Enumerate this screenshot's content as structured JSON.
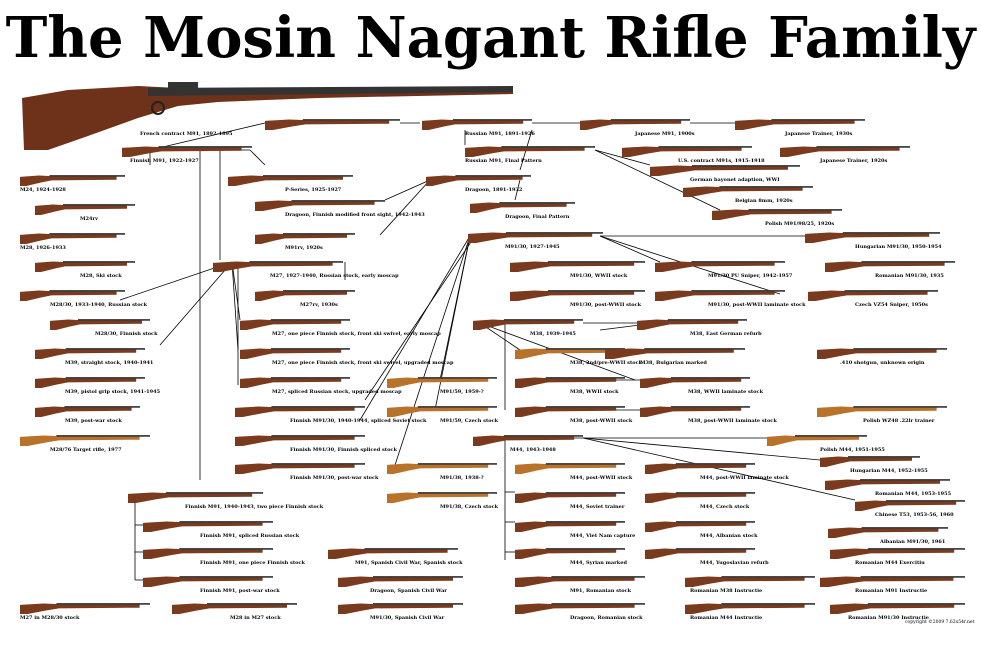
{
  "title": "The Mosin Nagant Rifle Family",
  "copyright": "copyright ©2009 7.62x54r.net",
  "colors": {
    "wood": "#7a3a1e",
    "wood_light": "#b8722a",
    "metal": "#3a3a3a",
    "line": "#000000"
  },
  "nodes": [
    {
      "id": "french",
      "label": "French contract M91, 1892-1895"
    },
    {
      "id": "russian",
      "label": "Russian M91, 1891-1926"
    },
    {
      "id": "japanese",
      "label": "Japanese M91, 1900s"
    },
    {
      "id": "japtrainer1930",
      "label": "Japanese Trainer, 1930s"
    },
    {
      "id": "finnish91",
      "label": "Finnish M91, 1922-1927"
    },
    {
      "id": "rusfinal",
      "label": "Russian M91, Final Pattern"
    },
    {
      "id": "uscontract",
      "label": "U.S. contract M91s, 1915-1918"
    },
    {
      "id": "japtrainer1920",
      "label": "Japanese Trainer, 1920s"
    },
    {
      "id": "german",
      "label": "German bayonet adaption, WWI"
    },
    {
      "id": "belgian",
      "label": "Belgian 8mm, 1920s"
    },
    {
      "id": "polish",
      "label": "Polish M91/98/25, 1920s"
    },
    {
      "id": "m24",
      "label": "M24, 1924-1928"
    },
    {
      "id": "pseries",
      "label": "P-Series, 1925-1927"
    },
    {
      "id": "dragoon",
      "label": "Dragoon, 1891-1932"
    },
    {
      "id": "m24r",
      "label": "M24rv"
    },
    {
      "id": "dragfin",
      "label": "Dragoon, Finnish modified front sight, 1942-1943"
    },
    {
      "id": "dragfinal",
      "label": "Dragoon, Final Pattern"
    },
    {
      "id": "m28",
      "label": "M28, 1926-1933"
    },
    {
      "id": "m91rv",
      "label": "M91rv, 1920s"
    },
    {
      "id": "m9130",
      "label": "M91/30, 1927-1945"
    },
    {
      "id": "hungarian9130",
      "label": "Hungarian M91/30, 1950-1954"
    },
    {
      "id": "m28ski",
      "label": "M28, Ski stock"
    },
    {
      "id": "m27",
      "label": "M27, 1927-1940, Russian stock, early moscap"
    },
    {
      "id": "m9130wwii",
      "label": "M91/30, WWII stock"
    },
    {
      "id": "pu",
      "label": "M91/30 PU Sniper, 1942-1957"
    },
    {
      "id": "romanian9130",
      "label": "Romanian M91/30, 1935"
    },
    {
      "id": "m2830",
      "label": "M28/30, 1933-1940, Russian stock"
    },
    {
      "id": "m27rv",
      "label": "M27rv, 1930s"
    },
    {
      "id": "m9130post",
      "label": "M91/30, post-WWII stock"
    },
    {
      "id": "m9130postlam",
      "label": "M91/30, post-WWII laminate stock"
    },
    {
      "id": "czech",
      "label": "Czech VZ54 Sniper, 1950s"
    },
    {
      "id": "m2830fin",
      "label": "M28/30, Finnish stock"
    },
    {
      "id": "m27one",
      "label": "M27, one piece Finnish stock, front ski swivel, early moscap"
    },
    {
      "id": "m38",
      "label": "M38, 1939-1945"
    },
    {
      "id": "m38east",
      "label": "M38, East German refurb"
    },
    {
      "id": "m39",
      "label": "M39, straight stock, 1940-1941"
    },
    {
      "id": "m27one2",
      "label": "M27, one piece Finnish stock, front ski swivel, upgraded moscap"
    },
    {
      "id": "m38second",
      "label": "M38, 2nd/pre-WWII stock"
    },
    {
      "id": "m38bulg",
      "label": "M38, Bulgarian marked"
    },
    {
      "id": "shotgun",
      "label": ".410 shotgun, unknown origin"
    },
    {
      "id": "m39pistol",
      "label": "M39, pistol grip stock, 1941-1945"
    },
    {
      "id": "m9159",
      "label": "M91/59, 1959-?"
    },
    {
      "id": "m27spliced",
      "label": "M27, spliced Russian stock, upgraded moscap"
    },
    {
      "id": "m38wwii",
      "label": "M38, WWII stock"
    },
    {
      "id": "m38wwiilam",
      "label": "M38, WWII laminate stock"
    },
    {
      "id": "m39post",
      "label": "M39, post-war stock"
    },
    {
      "id": "m9159czech",
      "label": "M91/59, Czech stock"
    },
    {
      "id": "fin9130",
      "label": "Finnish M91/30, 1940-1944, spliced Soviet stock"
    },
    {
      "id": "m38post",
      "label": "M38, post-WWII stock"
    },
    {
      "id": "m38postlam",
      "label": "M38, post-WWII laminate stock"
    },
    {
      "id": "polish22",
      "label": "Polish WZ48 .22lr trainer"
    },
    {
      "id": "m28target",
      "label": "M28/76 Target rifle, 1977"
    },
    {
      "id": "m44",
      "label": "M44, 1943-1948"
    },
    {
      "id": "fin9130fin",
      "label": "Finnish M91/30, Finnish spliced stock"
    },
    {
      "id": "polishm44",
      "label": "Polish M44, 1951-1955"
    },
    {
      "id": "m9138",
      "label": "M91/38, 1938-?"
    },
    {
      "id": "fin9130post",
      "label": "Finnish M91/30, post-war stock"
    },
    {
      "id": "m44post",
      "label": "M44, post-WWII stock"
    },
    {
      "id": "m44postlam",
      "label": "M44, post-WWII laminate stock"
    },
    {
      "id": "hungarianm44",
      "label": "Hungarian M44, 1952-1955"
    },
    {
      "id": "romanianm44",
      "label": "Romanian M44, 1953-1955"
    },
    {
      "id": "finm91",
      "label": "Finnish M91, 1940-1943, two piece Finnish stock"
    },
    {
      "id": "m9138czech",
      "label": "M91/38, Czech stock"
    },
    {
      "id": "m44soviet",
      "label": "M44, Soviet trainer"
    },
    {
      "id": "m44czech",
      "label": "M44, Czech stock"
    },
    {
      "id": "chinese",
      "label": "Chinese T53, 1953-56, 1960"
    },
    {
      "id": "finm91spliced",
      "label": "Finnish M91, spliced Russian stock"
    },
    {
      "id": "m44vietnam",
      "label": "M44, Viet Nam capture"
    },
    {
      "id": "m44albania",
      "label": "M44, Albanian stock"
    },
    {
      "id": "albanian",
      "label": "Albanian M91/30, 1961"
    },
    {
      "id": "finm91one",
      "label": "Finnish M91, one piece Finnish stock"
    },
    {
      "id": "m91spanish",
      "label": "M91, Spanish Civil War, Spanish stock"
    },
    {
      "id": "m44syrian",
      "label": "M44, Syrian marked"
    },
    {
      "id": "m44yugo",
      "label": "M44, Yugoslavian refurb"
    },
    {
      "id": "romanianm44ex",
      "label": "Romanian M44 Exercitiu"
    },
    {
      "id": "finm91post",
      "label": "Finnish M91, post-war stock"
    },
    {
      "id": "dragspanish",
      "label": "Dragoon, Spanish Civil War"
    },
    {
      "id": "m91romanian",
      "label": "M91, Romanian stock"
    },
    {
      "id": "romm38inst",
      "label": "Romanian M38 Instructie"
    },
    {
      "id": "romm91inst",
      "label": "Romanian M91 Instructie"
    },
    {
      "id": "m27m2830",
      "label": "M27 in M28/30 stock"
    },
    {
      "id": "m28m27",
      "label": "M28 in M27 stock"
    },
    {
      "id": "m9130spanish",
      "label": "M91/30, Spanish Civil War"
    },
    {
      "id": "dragromanian",
      "label": "Dragoon, Romanian stock"
    },
    {
      "id": "romm44inst",
      "label": "Romanian M44 Instructie"
    },
    {
      "id": "romm9130inst",
      "label": "Romanian M91/30 Instructie"
    }
  ]
}
